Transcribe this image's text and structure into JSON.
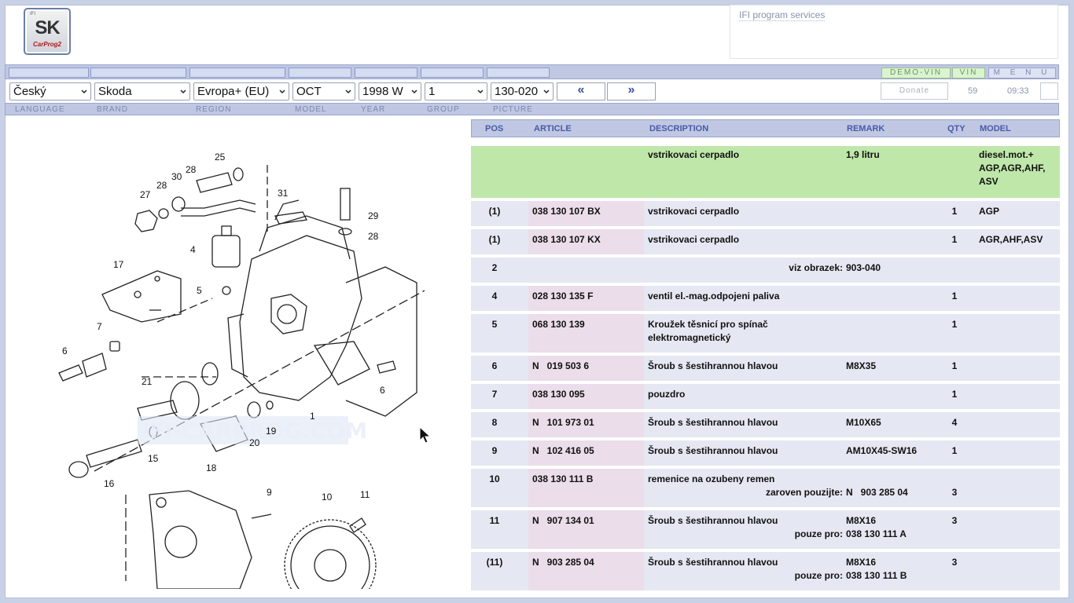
{
  "logo": {
    "small": "IFI",
    "big": "SK",
    "script": "CarProg2"
  },
  "services": {
    "label": "IFI program services"
  },
  "topbar": {
    "demo_vin": "DEMO-VIN",
    "vin": "VIN",
    "menu": "M E N U"
  },
  "selectors": {
    "language": "Český",
    "brand": "Skoda",
    "region": "Evropa+ (EU)",
    "model": "OCT",
    "year": "1998  W",
    "group": "1",
    "picture": "130-020",
    "prev": "«",
    "next": "»"
  },
  "status": {
    "donate": "Donate",
    "count": "59",
    "time": "09:33"
  },
  "labels": {
    "language": "LANGUAGE",
    "brand": "BRAND",
    "region": "REGION",
    "model": "MODEL",
    "year": "YEAR",
    "group": "GROUP",
    "picture": "PICTURE"
  },
  "table": {
    "headers": {
      "pos": "POS",
      "article": "ARTICLE",
      "description": "DESCRIPTION",
      "remark": "REMARK",
      "qty": "QTY",
      "model": "MODEL"
    },
    "header_row": {
      "description": "vstrikovaci cerpadlo",
      "remark": "1,9 litru",
      "model": "diesel.mot.+ AGP,AGR,AHF, ASV"
    },
    "rows": [
      {
        "pos": "(1)",
        "article": "038 130 107 BX",
        "description": "vstrikovaci cerpadlo",
        "remark": "",
        "qty": "1",
        "model": "AGP"
      },
      {
        "pos": "(1)",
        "article": "038 130 107 KX",
        "description": "vstrikovaci cerpadlo",
        "remark": "",
        "qty": "1",
        "model": "AGR,AHF,ASV"
      },
      {
        "pos": "2",
        "article": "",
        "description": "",
        "remark": "903-040",
        "remark_label": "viz obrazek:",
        "qty": "",
        "model": ""
      },
      {
        "pos": "4",
        "article": "028 130 135 F",
        "description": "ventil el.-mag.odpojeni paliva",
        "remark": "",
        "qty": "1",
        "model": ""
      },
      {
        "pos": "5",
        "article": "068 130 139",
        "description": "Kroužek těsnicí pro spínač elektromagnetický",
        "remark": "",
        "qty": "1",
        "model": ""
      },
      {
        "pos": "6",
        "article": "N   019 503 6",
        "description": "Šroub s šestihrannou hlavou",
        "remark": "M8X35",
        "qty": "1",
        "model": ""
      },
      {
        "pos": "7",
        "article": "038 130 095",
        "description": "pouzdro",
        "remark": "",
        "qty": "1",
        "model": ""
      },
      {
        "pos": "8",
        "article": "N   101 973 01",
        "description": "Šroub s šestihrannou hlavou",
        "remark": "M10X65",
        "qty": "4",
        "model": ""
      },
      {
        "pos": "9",
        "article": "N   102 416 05",
        "description": "Šroub s šestihrannou hlavou",
        "remark": "AM10X45-SW16",
        "qty": "1",
        "model": ""
      },
      {
        "pos": "10",
        "article": "038 130 111 B",
        "description": "remenice na ozubeny remen",
        "remark": "N   903 285 04",
        "remark_label": "zaroven pouzijte:",
        "qty": "3",
        "model": ""
      },
      {
        "pos": "11",
        "article": "N   907 134 01",
        "description": "Šroub s šestihrannou hlavou",
        "remark": "M8X16",
        "remark2": "038 130 111 A",
        "remark_label": "pouze pro:",
        "qty": "3",
        "model": ""
      },
      {
        "pos": "(11)",
        "article": "N   903 285 04",
        "description": "Šroub s šestihrannou hlavou",
        "remark": "M8X16",
        "remark2": "038 130 111 B",
        "remark_label": "pouze pro:",
        "qty": "3",
        "model": ""
      }
    ]
  },
  "diagram": {
    "callouts": [
      "25",
      "27",
      "28",
      "30",
      "28",
      "31",
      "29",
      "28",
      "4",
      "17",
      "5",
      "7",
      "6",
      "21",
      "6",
      "1",
      "19",
      "20",
      "15",
      "16",
      "18",
      "9",
      "10",
      "11"
    ],
    "watermark": "IFI-CARPROG.COM"
  }
}
